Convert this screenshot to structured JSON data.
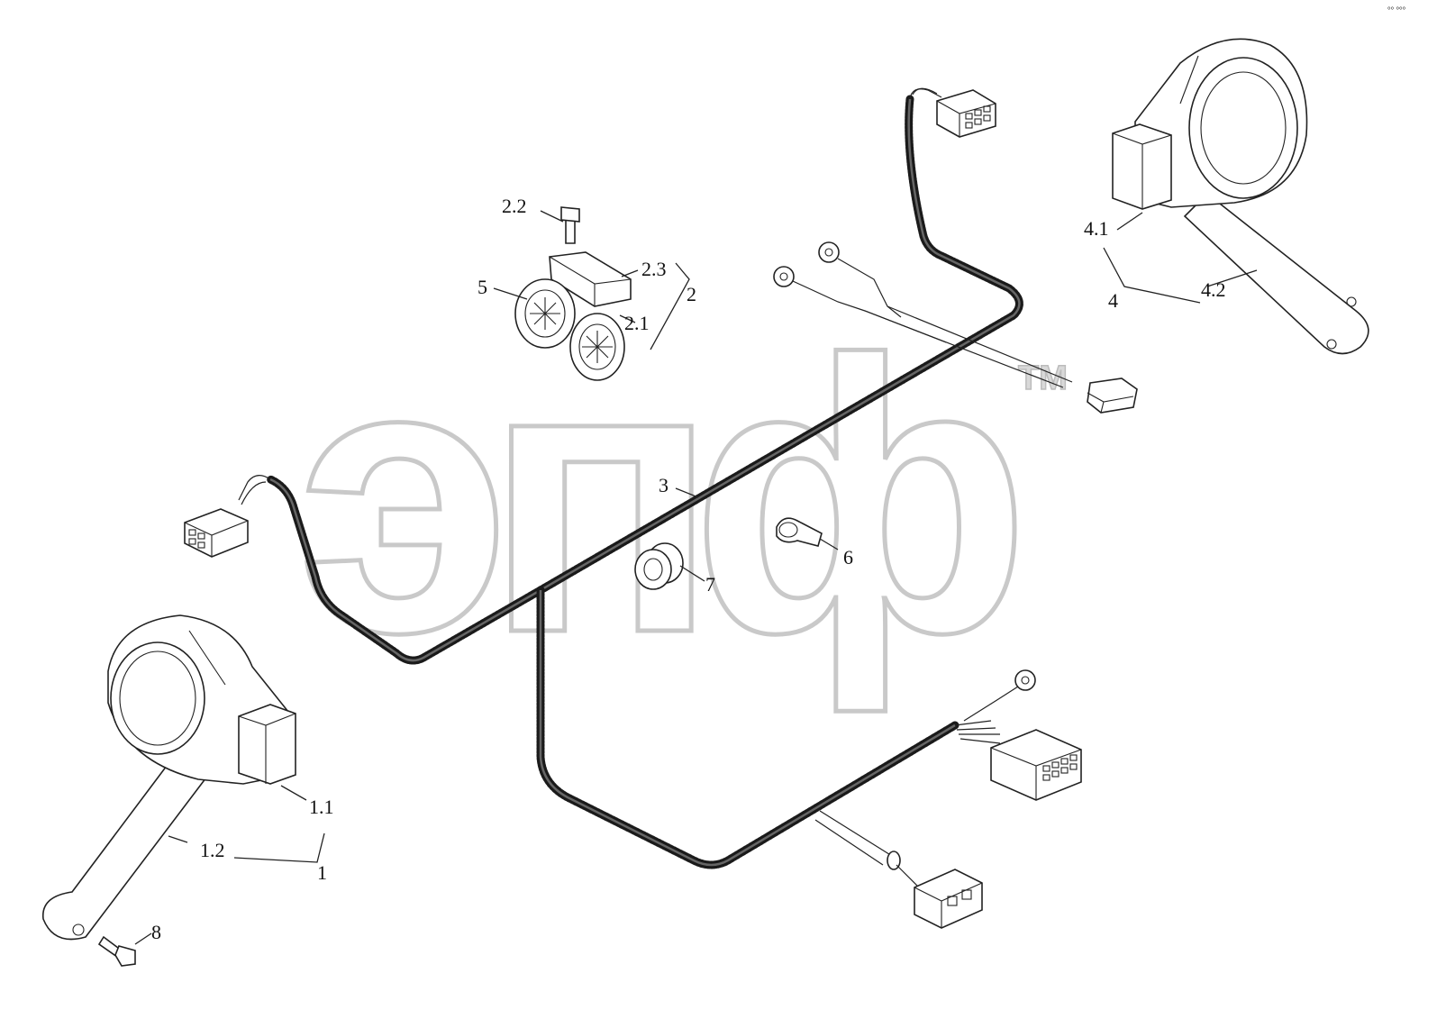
{
  "watermark": {
    "text": "эпф",
    "trademark": "TM"
  },
  "callouts": {
    "c1": "1",
    "c1_1": "1.1",
    "c1_2": "1.2",
    "c2": "2",
    "c2_1": "2.1",
    "c2_2": "2.2",
    "c2_3": "2.3",
    "c3": "3",
    "c4": "4",
    "c4_1": "4.1",
    "c4_2": "4.2",
    "c5": "5",
    "c6": "6",
    "c7": "7",
    "c8": "8"
  },
  "corner_mark": "°° °°°"
}
